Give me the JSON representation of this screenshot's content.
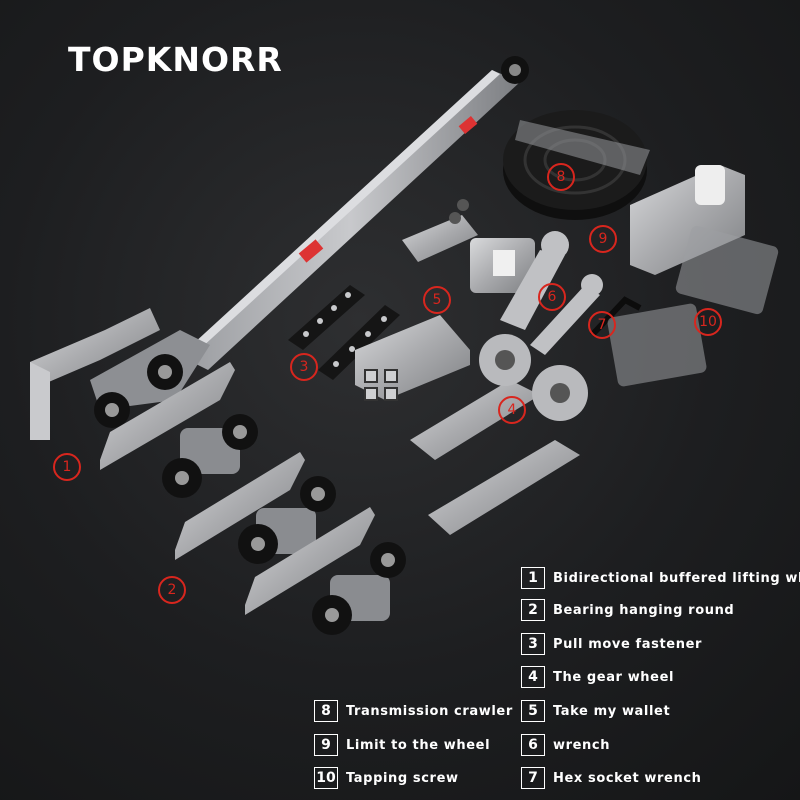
{
  "brand": "TOPKNORR",
  "callouts": [
    "1",
    "2",
    "3",
    "4",
    "5",
    "6",
    "7",
    "8",
    "9",
    "10"
  ],
  "legend": [
    {
      "num": "1",
      "text": "Bidirectional buffered lifting wheel"
    },
    {
      "num": "2",
      "text": "Bearing hanging round"
    },
    {
      "num": "3",
      "text": "Pull move fastener"
    },
    {
      "num": "4",
      "text": "The gear wheel"
    },
    {
      "num": "5",
      "text": "Take my wallet"
    },
    {
      "num": "6",
      "text": "wrench"
    },
    {
      "num": "7",
      "text": "Hex socket wrench"
    },
    {
      "num": "8",
      "text": "Transmission crawler"
    },
    {
      "num": "9",
      "text": "Limit to the wheel"
    },
    {
      "num": "10",
      "text": "Tapping screw"
    }
  ],
  "colors": {
    "background": "#1c1d1f",
    "callout": "#d8261e",
    "text": "#ffffff",
    "metal": "#b8b9bb",
    "wheel": "#111111"
  }
}
